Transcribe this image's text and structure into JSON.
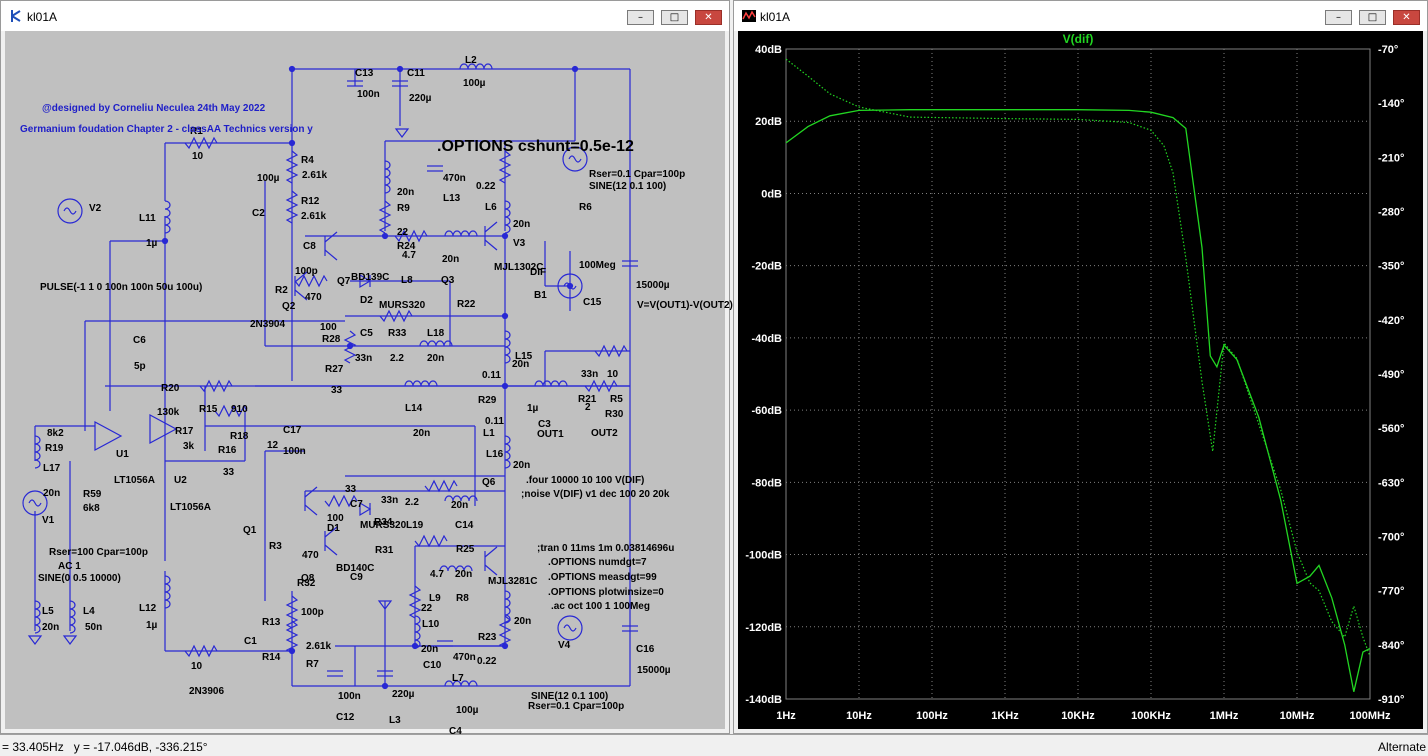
{
  "schematic_window": {
    "title": "kl01A",
    "controls": {
      "minimize": "–",
      "maximize": "□",
      "close": "✕"
    },
    "credits": [
      "@designed by Corneliu Neculea 24th May 2022",
      "Germanium foudation Chapter 2 - classAA Technics version y"
    ],
    "directive_main": ".OPTIONS cshunt=0.5e-12",
    "spice_directives": [
      ".four 10000 10 100 V(DIF)",
      ";noise V(DIF) v1 dec 100 20 20k",
      ";tran 0 11ms 1m 0.03814696u",
      ".OPTIONS numdgt=7",
      ".OPTIONS measdgt=99",
      ".OPTIONS plotwinsize=0",
      ".ac oct 100 1 100Meg"
    ],
    "labels": [
      "C13",
      "100n",
      "C11",
      "220µ",
      "L2",
      "100µ",
      "R1",
      "10",
      "R4",
      "100µ",
      "2.61k",
      "C2",
      "R12",
      "2.61k",
      "C8",
      "100p",
      "L11",
      "1µ",
      "V2",
      "PULSE(-1 1 0 100n 100n 50u 100u)",
      "R2",
      "470",
      "Q7",
      "BD139C",
      "Q2",
      "2N3904",
      "D2",
      "MURS320",
      "100",
      "R28",
      "C5",
      "33n",
      "R33",
      "2.2",
      "L18",
      "20n",
      "R27",
      "33",
      "C6",
      "5p",
      "R20",
      "130k",
      "R15",
      "910",
      "R17",
      "3k",
      "R18",
      "12",
      "R16",
      "33",
      "C17",
      "100n",
      "L14",
      "20n",
      "8k2",
      "R19",
      "L17",
      "20n",
      "U1",
      "LT1056A",
      "U2",
      "LT1056A",
      "R59",
      "6k8",
      "V1",
      "Rser=100 Cpar=100p",
      "AC 1",
      "SINE(0 0.5 10000)",
      "L5",
      "20n",
      "L4",
      "50n",
      "L12",
      "1µ",
      "R13",
      "C1",
      "R14",
      "2.61k",
      "R7",
      "10",
      "2N3906",
      "Q1",
      "R3",
      "470",
      "Q8",
      "BD140C",
      "C9",
      "100p",
      "R32",
      "100",
      "D1",
      "MURS320",
      "R31",
      "33",
      "C7",
      "33n",
      "R34",
      "2.2",
      "L19",
      "20n",
      "C14",
      "100n",
      "C12",
      "220µ",
      "L3",
      "100µ",
      "C4",
      "470n",
      "L13",
      "20n",
      "R9",
      "22",
      "R24",
      "4.7",
      "L8",
      "20n",
      "Q3",
      "MJL1302C",
      "R22",
      "0.22",
      "L6",
      "20n",
      "V3",
      "Rser=0.1 Cpar=100p",
      "SINE(12 0.1 100)",
      "R6",
      "100Meg",
      "DIF",
      "B1",
      "C15",
      "15000µ",
      "V=V(OUT1)-V(OUT2)",
      "L15",
      "20n",
      "0.11",
      "R29",
      "0.11",
      "L1",
      "1µ",
      "OUT1",
      "C3",
      "33n",
      "R21",
      "10",
      "R5",
      "2",
      "OUT2",
      "R30",
      "L16",
      "20n",
      "Q6",
      "MJL3281C",
      "R25",
      "4.7",
      "L9",
      "20n",
      "R8",
      "22",
      "L10",
      "20n",
      "C10",
      "470n",
      "L7",
      "20n",
      "R23",
      "0.22",
      "V4",
      "SINE(12 0.1 100)",
      "Rser=0.1 Cpar=100p",
      "C16",
      "15000µ"
    ]
  },
  "plot_window": {
    "title": "kl01A",
    "controls": {
      "minimize": "–",
      "maximize": "□",
      "close": "✕"
    },
    "trace_title": "V(dif)",
    "colors": {
      "trace": "#22d622",
      "background": "#000000",
      "grid": "#808080",
      "text": "#ffffff"
    }
  },
  "chart_data": {
    "type": "line",
    "title": "V(dif)",
    "x_scale": "log",
    "x_ticks": [
      "1Hz",
      "10Hz",
      "100Hz",
      "1KHz",
      "10KHz",
      "100KHz",
      "1MHz",
      "10MHz",
      "100MHz"
    ],
    "y_left_ticks": [
      "40dB",
      "20dB",
      "0dB",
      "-20dB",
      "-40dB",
      "-60dB",
      "-80dB",
      "-100dB",
      "-120dB",
      "-140dB"
    ],
    "y_right_ticks": [
      "-70°",
      "-140°",
      "-210°",
      "-280°",
      "-350°",
      "-420°",
      "-490°",
      "-560°",
      "-630°",
      "-700°",
      "-770°",
      "-840°",
      "-910°"
    ],
    "xlim": [
      1,
      100000000
    ],
    "ylim_left": [
      -140,
      40
    ],
    "ylim_right": [
      -910,
      -70
    ],
    "grid": true,
    "series": [
      {
        "style": "solid",
        "axis": "left",
        "x": [
          1,
          2,
          4,
          10,
          50,
          1000,
          10000,
          50000,
          100000,
          200000,
          300000,
          500000,
          650000,
          800000,
          1000000,
          1500000,
          3000000,
          6000000,
          10000000,
          15000000,
          20000000,
          30000000,
          45000000,
          60000000,
          80000000,
          100000000
        ],
        "y": [
          14,
          18.5,
          21.5,
          23,
          23.2,
          23.2,
          23.2,
          23,
          22.5,
          21,
          18,
          -15,
          -45,
          -48,
          -42,
          -46,
          -62,
          -85,
          -108,
          -106,
          -103,
          -112,
          -125,
          -138,
          -127,
          -126
        ]
      },
      {
        "style": "dotted",
        "axis": "right",
        "x": [
          1,
          2,
          4,
          10,
          50,
          1000,
          10000,
          50000,
          100000,
          150000,
          200000,
          300000,
          500000,
          700000,
          1000000,
          1500000,
          3000000,
          6000000,
          10000000,
          15000000,
          20000000,
          30000000,
          45000000,
          60000000,
          80000000,
          100000000
        ],
        "y": [
          -83,
          -105,
          -128,
          -145,
          -158,
          -160,
          -161,
          -165,
          -175,
          -195,
          -230,
          -340,
          -500,
          -590,
          -450,
          -470,
          -555,
          -640,
          -720,
          -760,
          -770,
          -810,
          -830,
          -790,
          -830,
          -855
        ]
      }
    ]
  },
  "status_bar": {
    "cursor_readout": "= 33.405Hz   y = -17.046dB, -336.215°",
    "right_text": "Alternate"
  }
}
